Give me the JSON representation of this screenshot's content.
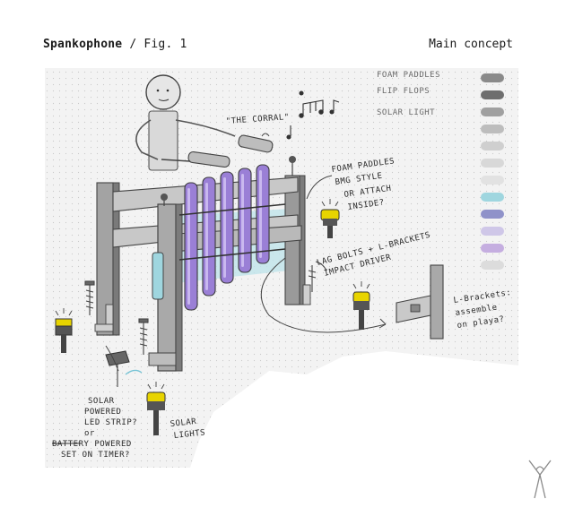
{
  "header": {
    "title_bold": "Spankophone",
    "title_rest": " / Fig. 1",
    "caption": "Main concept"
  },
  "annotations": {
    "foam_paddles": "FOAM PADDLES",
    "flip_flops": "FLIP FLOPS",
    "solar_light": "SOLAR LIGHT",
    "corral": "\"THE CORRAL\"",
    "foam_bmg_1": "FOAM PADDLES",
    "foam_bmg_2": "BMG STYLE",
    "foam_bmg_3": "OR ATTACH",
    "foam_bmg_4": "INSIDE?",
    "lag_1": "LAG BOLTS + L-BRACKETS",
    "lag_2": "IMPACT DRIVER",
    "brackets_1": "L-Brackets:",
    "brackets_2": "assemble",
    "brackets_3": "on playa?",
    "solar_strip_1": "SOLAR",
    "solar_strip_2": "POWERED",
    "solar_strip_3": "LED STRIP?",
    "solar_strip_4": "or",
    "solar_strip_5": "BATTERY POWERED",
    "solar_strip_6": "SET ON TIMER?",
    "solar_lights_1": "SOLAR",
    "solar_lights_2": "LIGHTS"
  },
  "swatches": [
    "#8a8a8a",
    "#6e6e6e",
    "#a0a0a0",
    "#bdbdbd",
    "#cfcfcf",
    "#d8d8d8",
    "#e2e2e2",
    "#9fd6df",
    "#8f92c9",
    "#cfc7e8",
    "#c5aee0",
    "#dcdcdc"
  ]
}
